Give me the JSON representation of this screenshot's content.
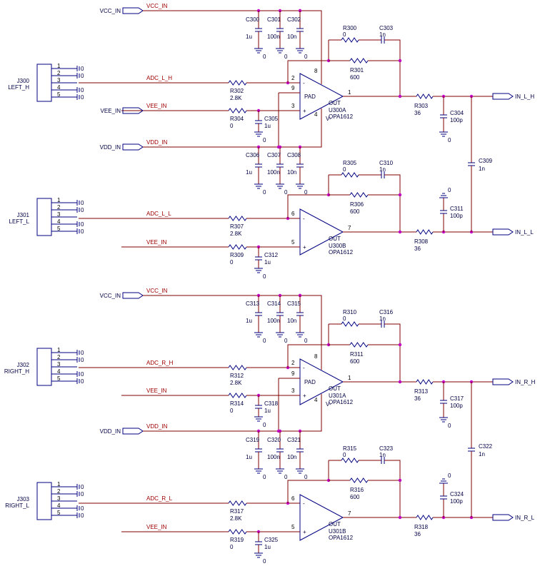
{
  "power_ports": {
    "vcc_in": "VCC_IN",
    "vee_in": "VEE_IN",
    "vdd_in": "VDD_IN"
  },
  "output_ports": [
    "IN_L_H",
    "IN_L_L",
    "IN_R_H",
    "IN_R_L"
  ],
  "connectors": [
    {
      "ref": "J300",
      "name": "LEFT_H"
    },
    {
      "ref": "J301",
      "name": "LEFT_L"
    },
    {
      "ref": "J302",
      "name": "RIGHT_H"
    },
    {
      "ref": "J303",
      "name": "RIGHT_L"
    }
  ],
  "connector_pins": [
    "1",
    "2",
    "3",
    "4",
    "5"
  ],
  "gnd_label": "0",
  "pad_label": "PAD",
  "out_label": "OUT",
  "vminus_label": "V-",
  "stages": [
    {
      "net": "ADC_L_H",
      "vee": "VEE_IN",
      "vcc": "VCC_IN",
      "vdd": "VDD_IN",
      "rin": {
        "ref": "R302",
        "val": "2.8K"
      },
      "rb": {
        "ref": "R304",
        "val": "0"
      },
      "cb": {
        "ref": "C305",
        "val": "1u"
      },
      "rf0": {
        "ref": "R300",
        "val": "0"
      },
      "cf": {
        "ref": "C303",
        "val": "1n"
      },
      "rf": {
        "ref": "R301",
        "val": "600"
      },
      "top_caps": [
        {
          "ref": "C300",
          "val": "1u"
        },
        {
          "ref": "C301",
          "val": "100n"
        },
        {
          "ref": "C302",
          "val": "10n"
        }
      ],
      "bot_caps": [
        {
          "ref": "C306",
          "val": "1u"
        },
        {
          "ref": "C307",
          "val": "100n"
        },
        {
          "ref": "C308",
          "val": "10n"
        }
      ],
      "opamp": {
        "ref": "U300A",
        "part": "OPA1612"
      },
      "pins": {
        "inv": "2",
        "noninv": "3",
        "out": "1",
        "p8": "8",
        "p9": "9",
        "p4": "4"
      },
      "rout": {
        "ref": "R303",
        "val": "36"
      },
      "cshunt": {
        "ref": "C304",
        "val": "100p"
      },
      "cdiff": {
        "ref": "C309",
        "val": "1n"
      }
    },
    {
      "net": "ADC_L_L",
      "vee": "VEE_IN",
      "rin": {
        "ref": "R307",
        "val": "2.8K"
      },
      "rb": {
        "ref": "R309",
        "val": "0"
      },
      "cb": {
        "ref": "C312",
        "val": "1u"
      },
      "rf0": {
        "ref": "R305",
        "val": "0"
      },
      "cf": {
        "ref": "C310",
        "val": "1n"
      },
      "rf": {
        "ref": "R306",
        "val": "600"
      },
      "opamp": {
        "ref": "U300B",
        "part": "OPA1612"
      },
      "pins": {
        "inv": "6",
        "noninv": "5",
        "out": "7"
      },
      "rout": {
        "ref": "R308",
        "val": "36"
      },
      "cshunt": {
        "ref": "C311",
        "val": "100p"
      }
    },
    {
      "net": "ADC_R_H",
      "vee": "VEE_IN",
      "vcc": "VCC_IN",
      "vdd": "VDD_IN",
      "rin": {
        "ref": "R312",
        "val": "2.8K"
      },
      "rb": {
        "ref": "R314",
        "val": "0"
      },
      "cb": {
        "ref": "C318",
        "val": "1u"
      },
      "rf0": {
        "ref": "R310",
        "val": "0"
      },
      "cf": {
        "ref": "C316",
        "val": "1n"
      },
      "rf": {
        "ref": "R311",
        "val": "600"
      },
      "top_caps": [
        {
          "ref": "C313",
          "val": "1u"
        },
        {
          "ref": "C314",
          "val": "100n"
        },
        {
          "ref": "C315",
          "val": "10n"
        }
      ],
      "bot_caps": [
        {
          "ref": "C319",
          "val": "1u"
        },
        {
          "ref": "C320",
          "val": "100n"
        },
        {
          "ref": "C321",
          "val": "10n"
        }
      ],
      "opamp": {
        "ref": "U301A",
        "part": "OPA1612"
      },
      "pins": {
        "inv": "2",
        "noninv": "3",
        "out": "1",
        "p8": "8",
        "p9": "9",
        "p4": "4"
      },
      "rout": {
        "ref": "R313",
        "val": "36"
      },
      "cshunt": {
        "ref": "C317",
        "val": "100p"
      },
      "cdiff": {
        "ref": "C322",
        "val": "1n"
      }
    },
    {
      "net": "ADC_R_L",
      "vee": "VEE_IN",
      "rin": {
        "ref": "R317",
        "val": "2.8K"
      },
      "rb": {
        "ref": "R319",
        "val": "0"
      },
      "cb": {
        "ref": "C325",
        "val": "1u"
      },
      "rf0": {
        "ref": "R315",
        "val": "0"
      },
      "cf": {
        "ref": "C323",
        "val": "1n"
      },
      "rf": {
        "ref": "R316",
        "val": "600"
      },
      "opamp": {
        "ref": "U301B",
        "part": "OPA1612"
      },
      "pins": {
        "inv": "6",
        "noninv": "5",
        "out": "7"
      },
      "rout": {
        "ref": "R318",
        "val": "36"
      },
      "cshunt": {
        "ref": "C324",
        "val": "100p"
      }
    }
  ]
}
